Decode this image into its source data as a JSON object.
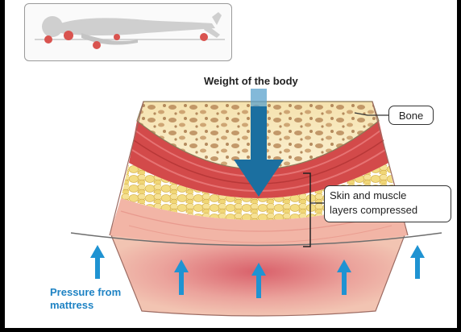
{
  "labels": {
    "weight": "Weight of the body",
    "bone": "Bone",
    "layers_line1": "Skin and muscle",
    "layers_line2": "layers compressed",
    "pressure_line1": "Pressure from",
    "pressure_line2": "mattress"
  },
  "colors": {
    "arrow_blue": "#1b6fa0",
    "small_arrow_blue": "#1f93d2",
    "bone_fill": "#f6e6b8",
    "bone_spot": "#b98a5a",
    "muscle": "#d94b4b",
    "fat": "#f0d77c",
    "skin": "#f3b8a8",
    "pressure_zone": "#eaa09b",
    "pressure_points": "#d9534f"
  },
  "icons": {
    "main_arrow": "down-arrow-icon",
    "mattress_arrows": "up-arrow-icon",
    "thumbnail": "reclining-person-icon"
  }
}
